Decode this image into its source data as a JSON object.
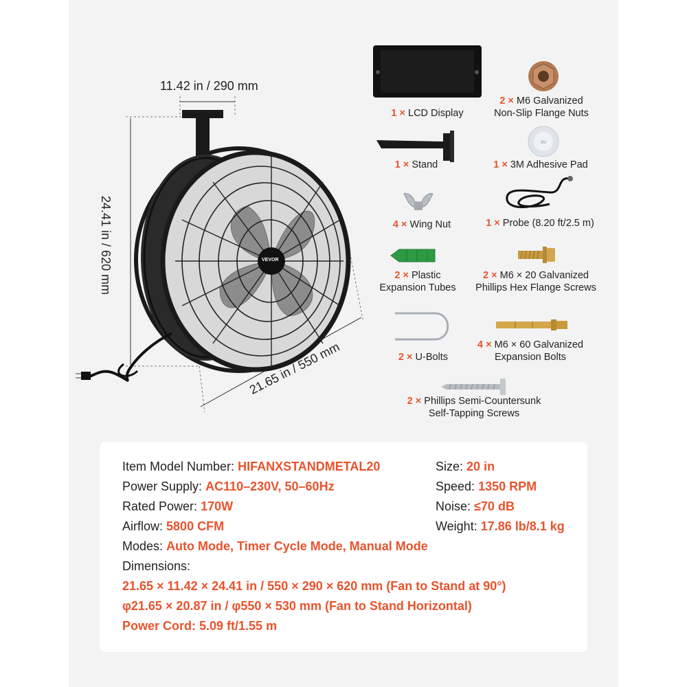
{
  "dimensions": {
    "width": "11.42 in / 290 mm",
    "height": "24.41 in / 620 mm",
    "depth": "21.65 in / 550 mm"
  },
  "brand": "VEVOR",
  "accessories": [
    {
      "qty": "1 ×",
      "lines": [
        "LCD Display"
      ]
    },
    {
      "qty": "2 ×",
      "lines": [
        "M6 Galvanized",
        "Non-Slip Flange Nuts"
      ]
    },
    {
      "qty": "1 ×",
      "lines": [
        "Stand"
      ]
    },
    {
      "qty": "1 ×",
      "lines": [
        "3M Adhesive Pad"
      ]
    },
    {
      "qty": "4 ×",
      "lines": [
        "Wing Nut"
      ]
    },
    {
      "qty": "1 ×",
      "lines": [
        "Probe (8.20 ft/2.5 m)"
      ]
    },
    {
      "qty": "2 ×",
      "lines": [
        "Plastic",
        "Expansion Tubes"
      ]
    },
    {
      "qty": "2 ×",
      "lines": [
        "M6 × 20 Galvanized",
        "Phillips Hex Flange Screws"
      ]
    },
    {
      "qty": "2 ×",
      "lines": [
        "U-Bolts"
      ]
    },
    {
      "qty": "4 ×",
      "lines": [
        "M6 × 60 Galvanized",
        "Expansion Bolts"
      ]
    },
    {
      "qty": "2 ×",
      "lines": [
        "Phillips Semi-Countersunk",
        "Self-Tapping Screws"
      ]
    }
  ],
  "specs": {
    "model": {
      "label": "Item Model Number:",
      "value": "HIFANXSTANDMETAL20"
    },
    "power_supply": {
      "label": "Power Supply:",
      "value": "AC110–230V, 50–60Hz"
    },
    "rated_power": {
      "label": "Rated Power:",
      "value": "170W"
    },
    "airflow": {
      "label": "Airflow:",
      "value": "5800 CFM"
    },
    "size": {
      "label": "Size:",
      "value": "20 in"
    },
    "speed": {
      "label": "Speed:",
      "value": "1350 RPM"
    },
    "noise": {
      "label": "Noise:",
      "value": "≤70 dB"
    },
    "weight": {
      "label": "Weight:",
      "value": "17.86 lb/8.1 kg"
    },
    "modes": {
      "label": "Modes:",
      "value": "Auto Mode, Timer Cycle Mode, Manual Mode"
    },
    "dimensions_label": "Dimensions:",
    "dim_line_1": "21.65 × 11.42 × 24.41 in / 550 × 290 × 620 mm (Fan to Stand at 90°)",
    "dim_line_2": "φ21.65 × 20.87 in / φ550 × 530 mm (Fan to Stand Horizontal)",
    "power_cord": "Power Cord: 5.09 ft/1.55 m"
  },
  "colors": {
    "accent": "#e8532c",
    "panel": "#f3f3f3",
    "fan": "#1a1a1a"
  }
}
